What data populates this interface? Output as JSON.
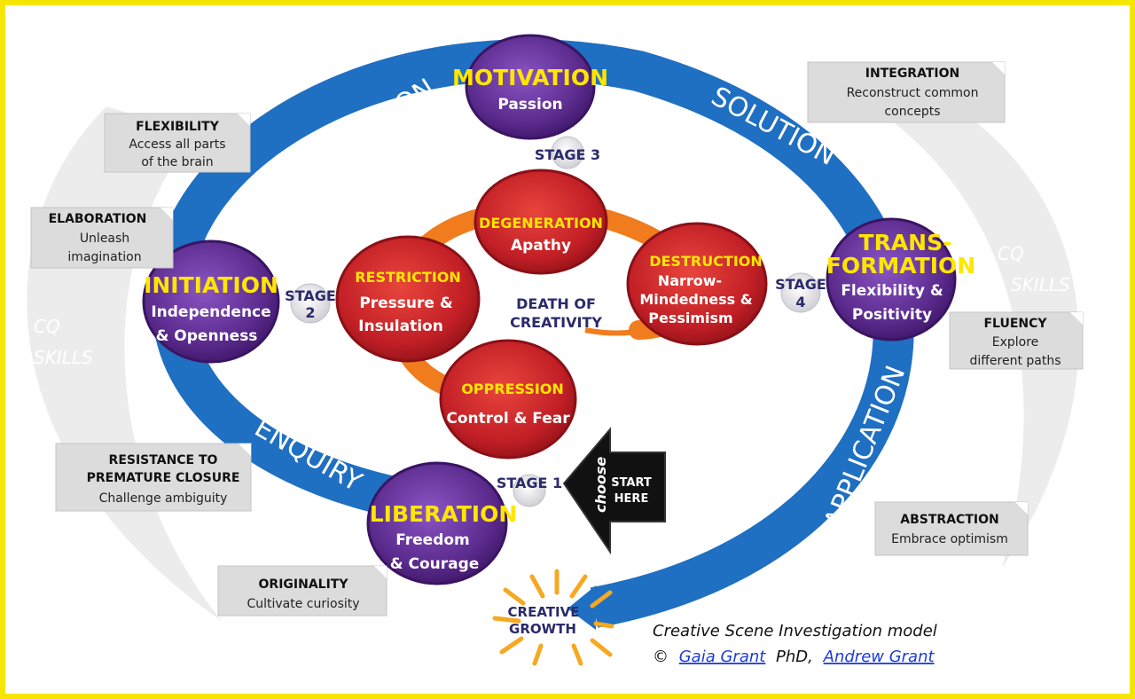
{
  "ring_labels": {
    "exploration": "EXPLORATION",
    "solution": "SOLUTION",
    "enquiry": "ENQUIRY",
    "application": "APPLICATION"
  },
  "cq_skills": {
    "line1": "CQ",
    "line2": "SKILLS"
  },
  "purple_nodes": {
    "motivation": {
      "title": "MOTIVATION",
      "sub1": "Passion"
    },
    "initiation": {
      "title": "INITIATION",
      "sub1": "Independence",
      "sub2": "& Openness"
    },
    "transformation": {
      "title1": "TRANS-",
      "title2": "FORMATION",
      "sub1": "Flexibility &",
      "sub2": "Positivity"
    },
    "liberation": {
      "title": "LIBERATION",
      "sub1": "Freedom",
      "sub2": "& Courage"
    }
  },
  "red_nodes": {
    "degeneration": {
      "title": "DEGENERATION",
      "sub1": "Apathy"
    },
    "restriction": {
      "title": "RESTRICTION",
      "sub1": "Pressure &",
      "sub2": "Insulation"
    },
    "destruction": {
      "title": "DESTRUCTION",
      "sub1": "Narrow-",
      "sub2": "Mindedness &",
      "sub3": "Pessimism"
    },
    "oppression": {
      "title": "OPPRESSION",
      "sub1": "Control & Fear"
    }
  },
  "center": {
    "line1": "DEATH OF",
    "line2": "CREATIVITY"
  },
  "stages": {
    "stage1": "STAGE 1",
    "stage2_a": "STAGE",
    "stage2_b": "2",
    "stage3": "STAGE 3",
    "stage4_a": "STAGE",
    "stage4_b": "4"
  },
  "start_arrow": {
    "choose": "choose",
    "start": "START",
    "here": "HERE"
  },
  "creative_growth": {
    "line1": "CREATIVE",
    "line2": "GROWTH"
  },
  "skill_boxes": {
    "flexibility": {
      "title": "FLEXIBILITY",
      "line1": "Access all parts",
      "line2": "of the brain"
    },
    "elaboration": {
      "title": "ELABORATION",
      "line1": "Unleash",
      "line2": "imagination"
    },
    "resistance": {
      "title1": "RESISTANCE TO",
      "title2": "PREMATURE CLOSURE",
      "line1": "Challenge ambiguity"
    },
    "originality": {
      "title": "ORIGINALITY",
      "line1": "Cultivate curiosity"
    },
    "integration": {
      "title": "INTEGRATION",
      "line1": "Reconstruct common",
      "line2": "concepts"
    },
    "fluency": {
      "title": "FLUENCY",
      "line1": "Explore",
      "line2": "different paths"
    },
    "abstraction": {
      "title": "ABSTRACTION",
      "line1": "Embrace optimism"
    }
  },
  "credit": {
    "line1": "Creative Scene Investigation model",
    "copyright": "©",
    "author1": "Gaia Grant",
    "suffix": "PhD,",
    "author2": "Andrew Grant"
  },
  "colors": {
    "frame": "#f5e600",
    "blue_ring": "#1f6fc2",
    "purple": "#5b2a8c",
    "red": "#c8202a",
    "orange": "#f07c1e",
    "yellow_text": "#ffe600",
    "stage_text": "#2b2a6b"
  }
}
